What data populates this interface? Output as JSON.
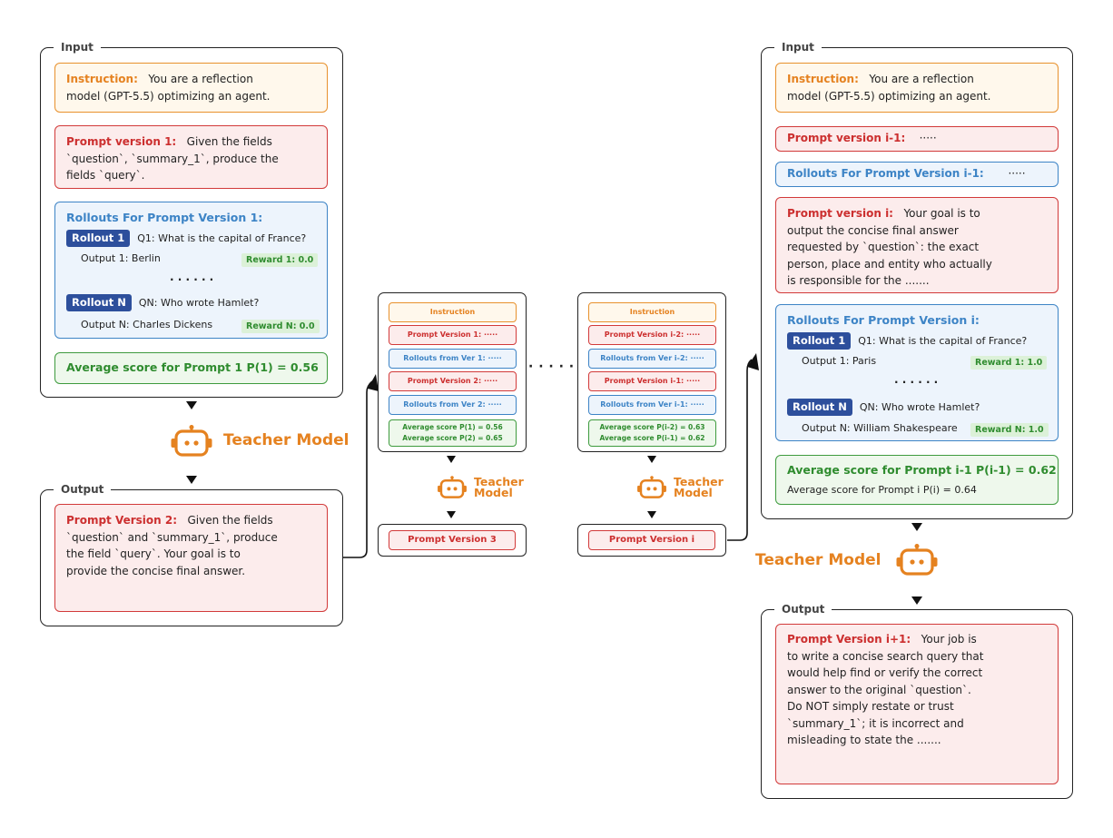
{
  "left": {
    "input_legend": "Input",
    "instruction_label": "Instruction:",
    "instruction_line1": "You are a reflection",
    "instruction_line2": "model (GPT-5.5) optimizing an agent.",
    "prompt_label": "Prompt version 1:",
    "prompt_line1": "Given the fields",
    "prompt_line2": "`question`, `summary_1`, produce the",
    "prompt_line3": "fields `query`.",
    "rollouts_title": "Rollouts For Prompt Version 1:",
    "rollout1_tag": "Rollout 1",
    "rollout1_q": "Q1: What is the capital of France?",
    "rollout1_out": "Output 1: Berlin",
    "rollout1_reward": "Reward 1: 0.0",
    "dots": "· · · · · ·",
    "rolloutN_tag": "Rollout N",
    "rolloutN_q": "QN: Who wrote Hamlet?",
    "rolloutN_out": "Output N: Charles Dickens",
    "rolloutN_reward": "Reward N: 0.0",
    "avg": "Average score for Prompt 1  P(1) = 0.56",
    "teacher": "Teacher Model",
    "output_legend": "Output",
    "out_label": "Prompt Version 2:",
    "out_line1": "Given the fields",
    "out_line2": "`question` and `summary_1`, produce",
    "out_line3": "the field `query`. Your goal is to",
    "out_line4": "provide the concise final answer."
  },
  "mid1": {
    "instruction": "Instruction",
    "pv1": "Prompt Version 1: ·····",
    "r1": "Rollouts from Ver 1: ·····",
    "pv2": "Prompt Version 2: ·····",
    "r2": "Rollouts from Ver 2: ·····",
    "avg1": "Average score P(1) = 0.56",
    "avg2": "Average score P(2) = 0.65",
    "teacher_l1": "Teacher",
    "teacher_l2": "Model",
    "out": "Prompt Version 3"
  },
  "mid_dots": "· · · · · · · ·",
  "mid2": {
    "instruction": "Instruction",
    "pv1": "Prompt Version i-2: ·····",
    "r1": "Rollouts from Ver i-2: ·····",
    "pv2": "Prompt Version i-1: ·····",
    "r2": "Rollouts from Ver i-1: ·····",
    "avg1": "Average score P(i-2) = 0.63",
    "avg2": "Average score P(i-1) = 0.62",
    "teacher_l1": "Teacher",
    "teacher_l2": "Model",
    "out": "Prompt Version i"
  },
  "right": {
    "input_legend": "Input",
    "instruction_label": "Instruction:",
    "instruction_line1": "You are a reflection",
    "instruction_line2": "model (GPT-5.5) optimizing an agent.",
    "prev_prompt_label": "Prompt version i-1:",
    "prev_prompt_rest": "·····",
    "prev_rollouts_label": "Rollouts For Prompt Version i-1:",
    "prev_rollouts_rest": "·····",
    "prompt_label": "Prompt version i:",
    "prompt_line1": "Your goal is to",
    "prompt_line2": "output the concise final answer",
    "prompt_line3": "requested by `question`: the exact",
    "prompt_line4": "person, place and entity who actually",
    "prompt_line5": "is responsible for the .......",
    "rollouts_title": "Rollouts For Prompt Version i:",
    "rollout1_tag": "Rollout 1",
    "rollout1_q": "Q1: What is the capital of France?",
    "rollout1_out": "Output 1: Paris",
    "rollout1_reward": "Reward 1: 1.0",
    "dots": "· · · · · ·",
    "rolloutN_tag": "Rollout N",
    "rolloutN_q": "QN: Who wrote Hamlet?",
    "rolloutN_out": "Output N: William Shakespeare",
    "rolloutN_reward": "Reward N: 1.0",
    "avg_bold": "Average score for Prompt i-1  P(i-1) = 0.62",
    "avg_normal": "Average score for Prompt i  P(i) = 0.64",
    "teacher": "Teacher Model",
    "output_legend": "Output",
    "out_label": "Prompt Version i+1:",
    "out_line1": "Your job is",
    "out_line2": "to write a concise search query that",
    "out_line3": "would help find or verify the correct",
    "out_line4": "answer to the original `question`.",
    "out_line5": "Do NOT simply restate or trust",
    "out_line6": "`summary_1`; it is incorrect and",
    "out_line7": "misleading to state the ......."
  },
  "colors": {
    "orange": "#e58220",
    "red": "#cc2f2f",
    "blue": "#3d84c6",
    "green": "#2f8c2f",
    "tag_blue": "#2d4f9c"
  }
}
